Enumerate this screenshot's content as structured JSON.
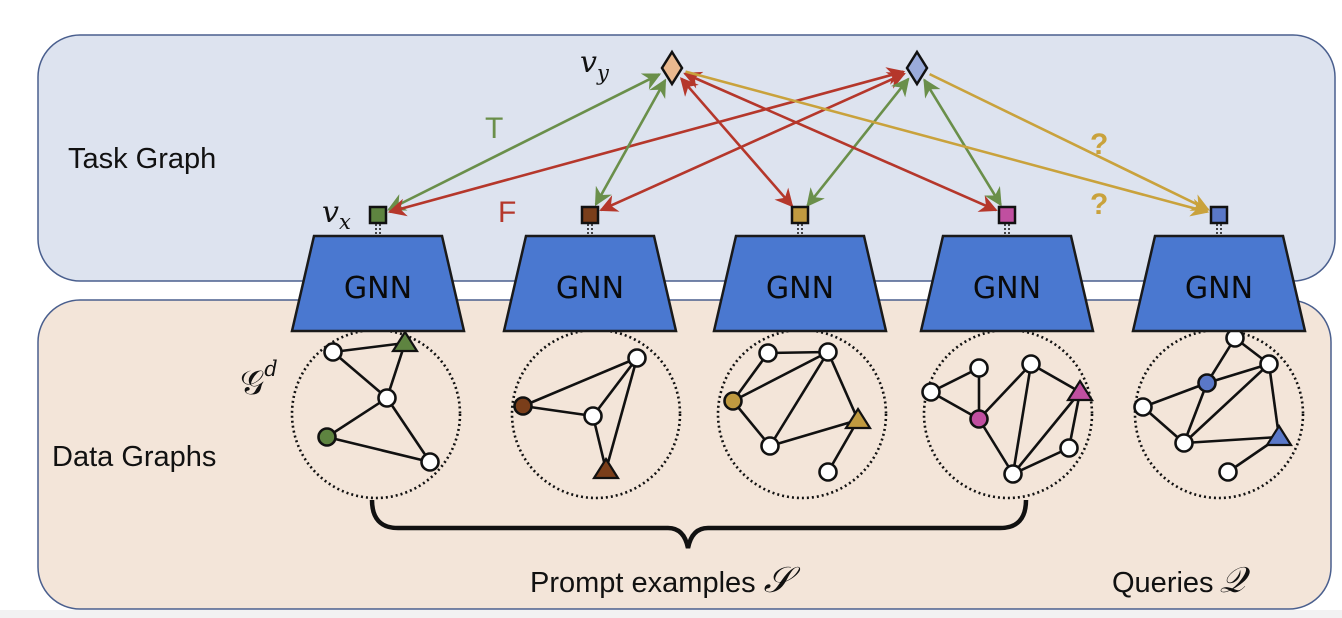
{
  "panels": {
    "task_graph": {
      "label": "Task Graph",
      "fill": "#dde3ef",
      "stroke": "#4a5f8e"
    },
    "data_graphs": {
      "label": "Data Graphs",
      "fill": "#f3e5d9",
      "stroke": "#4a5f8e"
    }
  },
  "labels": {
    "vx_main": "v",
    "vx_sub": "x",
    "vy_main": "v",
    "vy_sub": "y",
    "gd_main": "𝒢",
    "gd_sup": "d",
    "true_edge": "T",
    "false_edge": "F",
    "unknown_edge_1": "?",
    "unknown_edge_2": "?",
    "prompt_examples": "Prompt examples",
    "prompt_symbol": "𝒮",
    "queries": "Queries",
    "queries_symbol": "𝒬"
  },
  "colors": {
    "true": "#6a8f4a",
    "false": "#b5372b",
    "unknown": "#c9a23c",
    "gnn_fill": "#4a78d0",
    "gnn_stroke": "#1a1a1a"
  },
  "label_nodes": [
    {
      "id": "label-true",
      "color": "#e9b88e"
    },
    {
      "id": "label-false",
      "color": "#9aabdb"
    }
  ],
  "encoders": [
    {
      "label": "GNN",
      "role": "prompt",
      "datapoint_color": "#5e8440"
    },
    {
      "label": "GNN",
      "role": "prompt",
      "datapoint_color": "#7a3e1a"
    },
    {
      "label": "GNN",
      "role": "prompt",
      "datapoint_color": "#c09a40"
    },
    {
      "label": "GNN",
      "role": "prompt",
      "datapoint_color": "#c04fa0"
    },
    {
      "label": "GNN",
      "role": "query",
      "datapoint_color": "#5a78c8"
    }
  ],
  "task_edges": [
    {
      "from_label": 0,
      "to_datapoint": 0,
      "type": "true"
    },
    {
      "from_label": 1,
      "to_datapoint": 0,
      "type": "false"
    },
    {
      "from_label": 0,
      "to_datapoint": 1,
      "type": "true"
    },
    {
      "from_label": 1,
      "to_datapoint": 1,
      "type": "false"
    },
    {
      "from_label": 0,
      "to_datapoint": 2,
      "type": "false"
    },
    {
      "from_label": 1,
      "to_datapoint": 2,
      "type": "true"
    },
    {
      "from_label": 0,
      "to_datapoint": 3,
      "type": "false"
    },
    {
      "from_label": 1,
      "to_datapoint": 3,
      "type": "true"
    },
    {
      "from_label": 0,
      "to_datapoint": 4,
      "type": "unknown"
    },
    {
      "from_label": 1,
      "to_datapoint": 4,
      "type": "unknown"
    }
  ]
}
